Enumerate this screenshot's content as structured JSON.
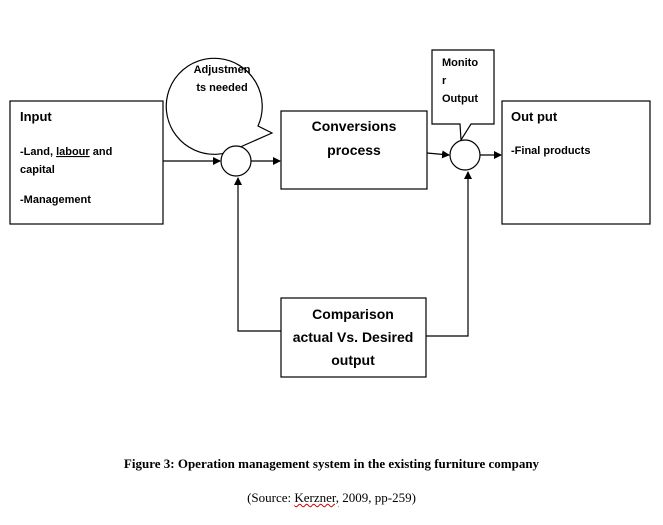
{
  "input": {
    "title": "Input",
    "item1_a": "-Land, ",
    "item1_b": "labour",
    "item1_c": " and",
    "item1_line2": "capital",
    "item2": "-Management"
  },
  "conversion": {
    "line1": "Conversions",
    "line2": "process"
  },
  "output": {
    "title": "Out put",
    "item1": "-Final products"
  },
  "comparison": {
    "line1": "Comparison",
    "line2": "actual Vs. Desired",
    "line3": "output"
  },
  "callout_adjust": {
    "line1": "Adjustmen",
    "line2": "ts needed"
  },
  "callout_monitor": {
    "line1": "Monito",
    "line2": "r",
    "line3": "Output"
  },
  "caption": {
    "figure": "Figure 3: Operation management  system  in the existing furniture company",
    "source_a": "(Source: ",
    "source_author": "Kerzner,",
    "source_b": " 2009, pp-259)"
  }
}
